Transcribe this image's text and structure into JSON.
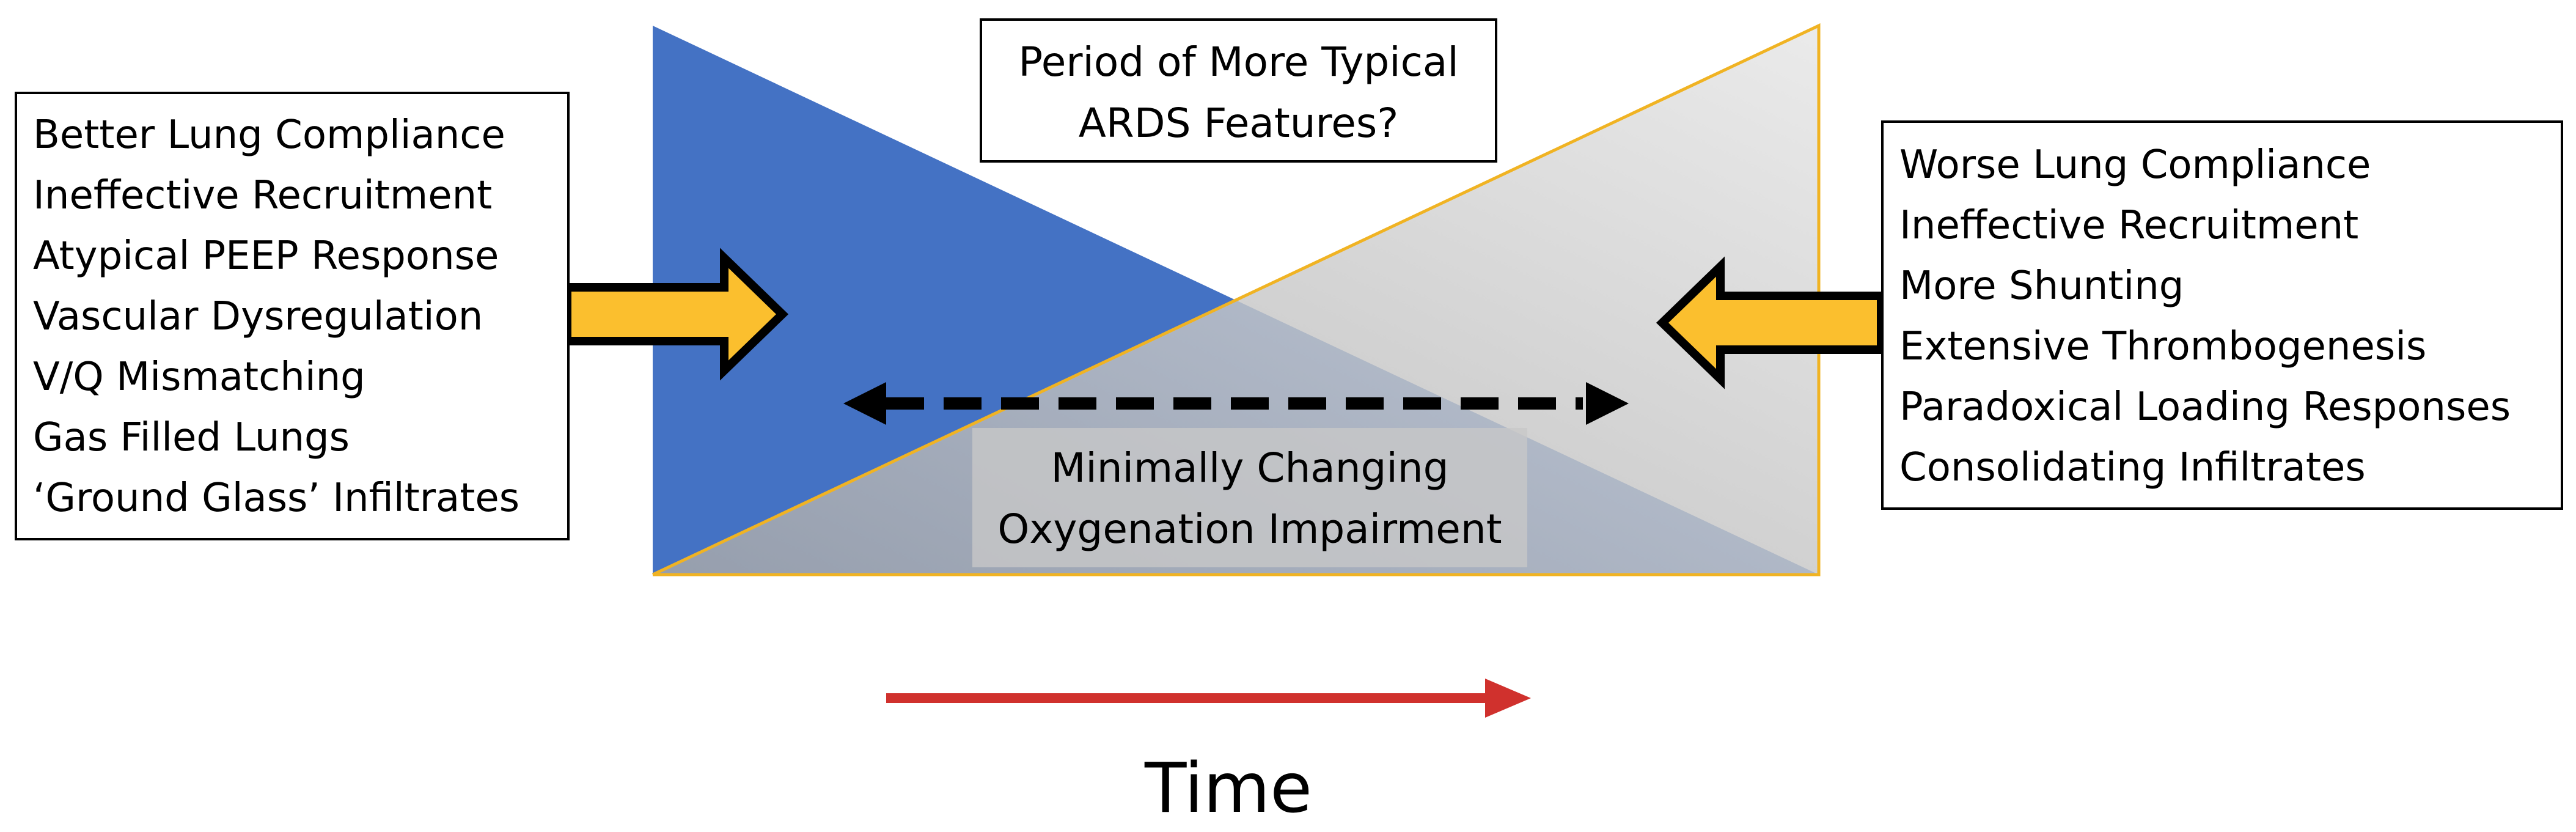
{
  "left_features": [
    "Better Lung Compliance",
    "Ineffective Recruitment",
    "Atypical PEEP Response",
    "Vascular Dysregulation",
    "V/Q Mismatching",
    "Gas Filled Lungs",
    "‘Ground Glass’ Infiltrates"
  ],
  "right_features": [
    "Worse Lung Compliance",
    "Ineffective Recruitment",
    "More Shunting",
    "Extensive Thrombogenesis",
    "Paradoxical Loading Responses",
    "Consolidating Infiltrates"
  ],
  "top_label": [
    "Period of More Typical",
    "ARDS Features?"
  ],
  "center_label": [
    "Minimally Changing",
    "Oxygenation Impairment"
  ],
  "time_label": "Time",
  "colors": {
    "blue_triangle": "#4472c4",
    "gray_triangle_light": "#e6e6e6",
    "gray_triangle_dark": "#a8a8a8",
    "triangle_outline": "#f0b323",
    "yellow_arrow": "#fbbf2e",
    "time_arrow": "#d0312d",
    "text": "#000000"
  },
  "icons": {
    "left_arrow": "block-arrow-right-icon",
    "right_arrow": "block-arrow-left-icon",
    "dashed_arrow": "double-headed-dashed-arrow-icon",
    "time_arrow": "arrow-right-icon"
  }
}
